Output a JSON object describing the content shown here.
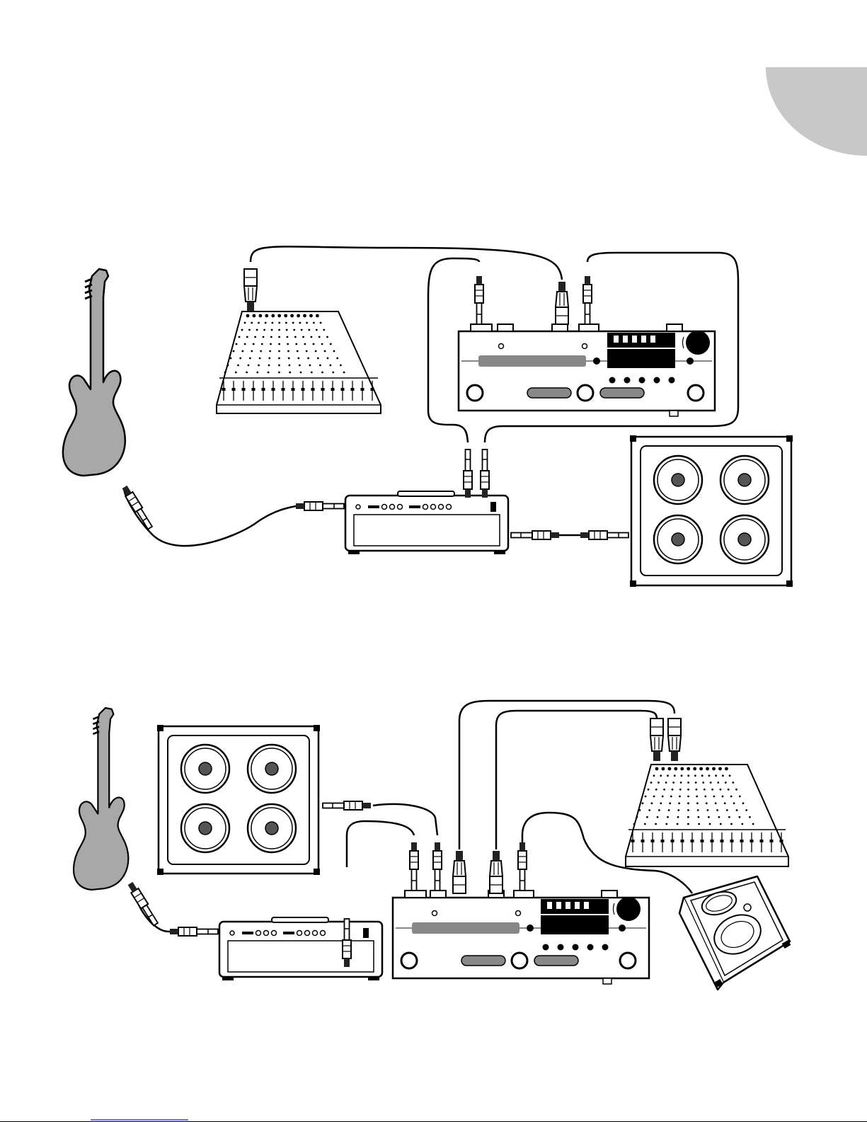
{
  "page": {
    "tab_color": "#c8c8c8",
    "footer_link_color": "#3344cc"
  },
  "colors": {
    "outline": "#000000",
    "guitar_body": "#a8a8a8",
    "speaker_cone": "#555555",
    "display_bar": "#888888",
    "background": "#ffffff"
  },
  "diagrams": [
    {
      "id": "setup-1",
      "devices": [
        "electric-guitar",
        "mixer",
        "effects-processor",
        "guitar-amp-head",
        "speaker-cabinet-4x12"
      ],
      "cables": [
        "xlr-processor-to-mixer",
        "quarter-inch-loop-send",
        "quarter-inch-loop-return",
        "guitar-to-amp",
        "amp-to-cabinet"
      ]
    },
    {
      "id": "setup-2",
      "devices": [
        "electric-guitar",
        "speaker-cabinet-4x12",
        "guitar-amp-head",
        "effects-processor",
        "mixer",
        "stage-monitor"
      ],
      "cables": [
        "guitar-to-amp",
        "amp-to-processor",
        "processor-to-cabinet",
        "xlr-left-to-mixer",
        "xlr-right-to-mixer",
        "quarter-inch-to-monitor"
      ]
    }
  ]
}
